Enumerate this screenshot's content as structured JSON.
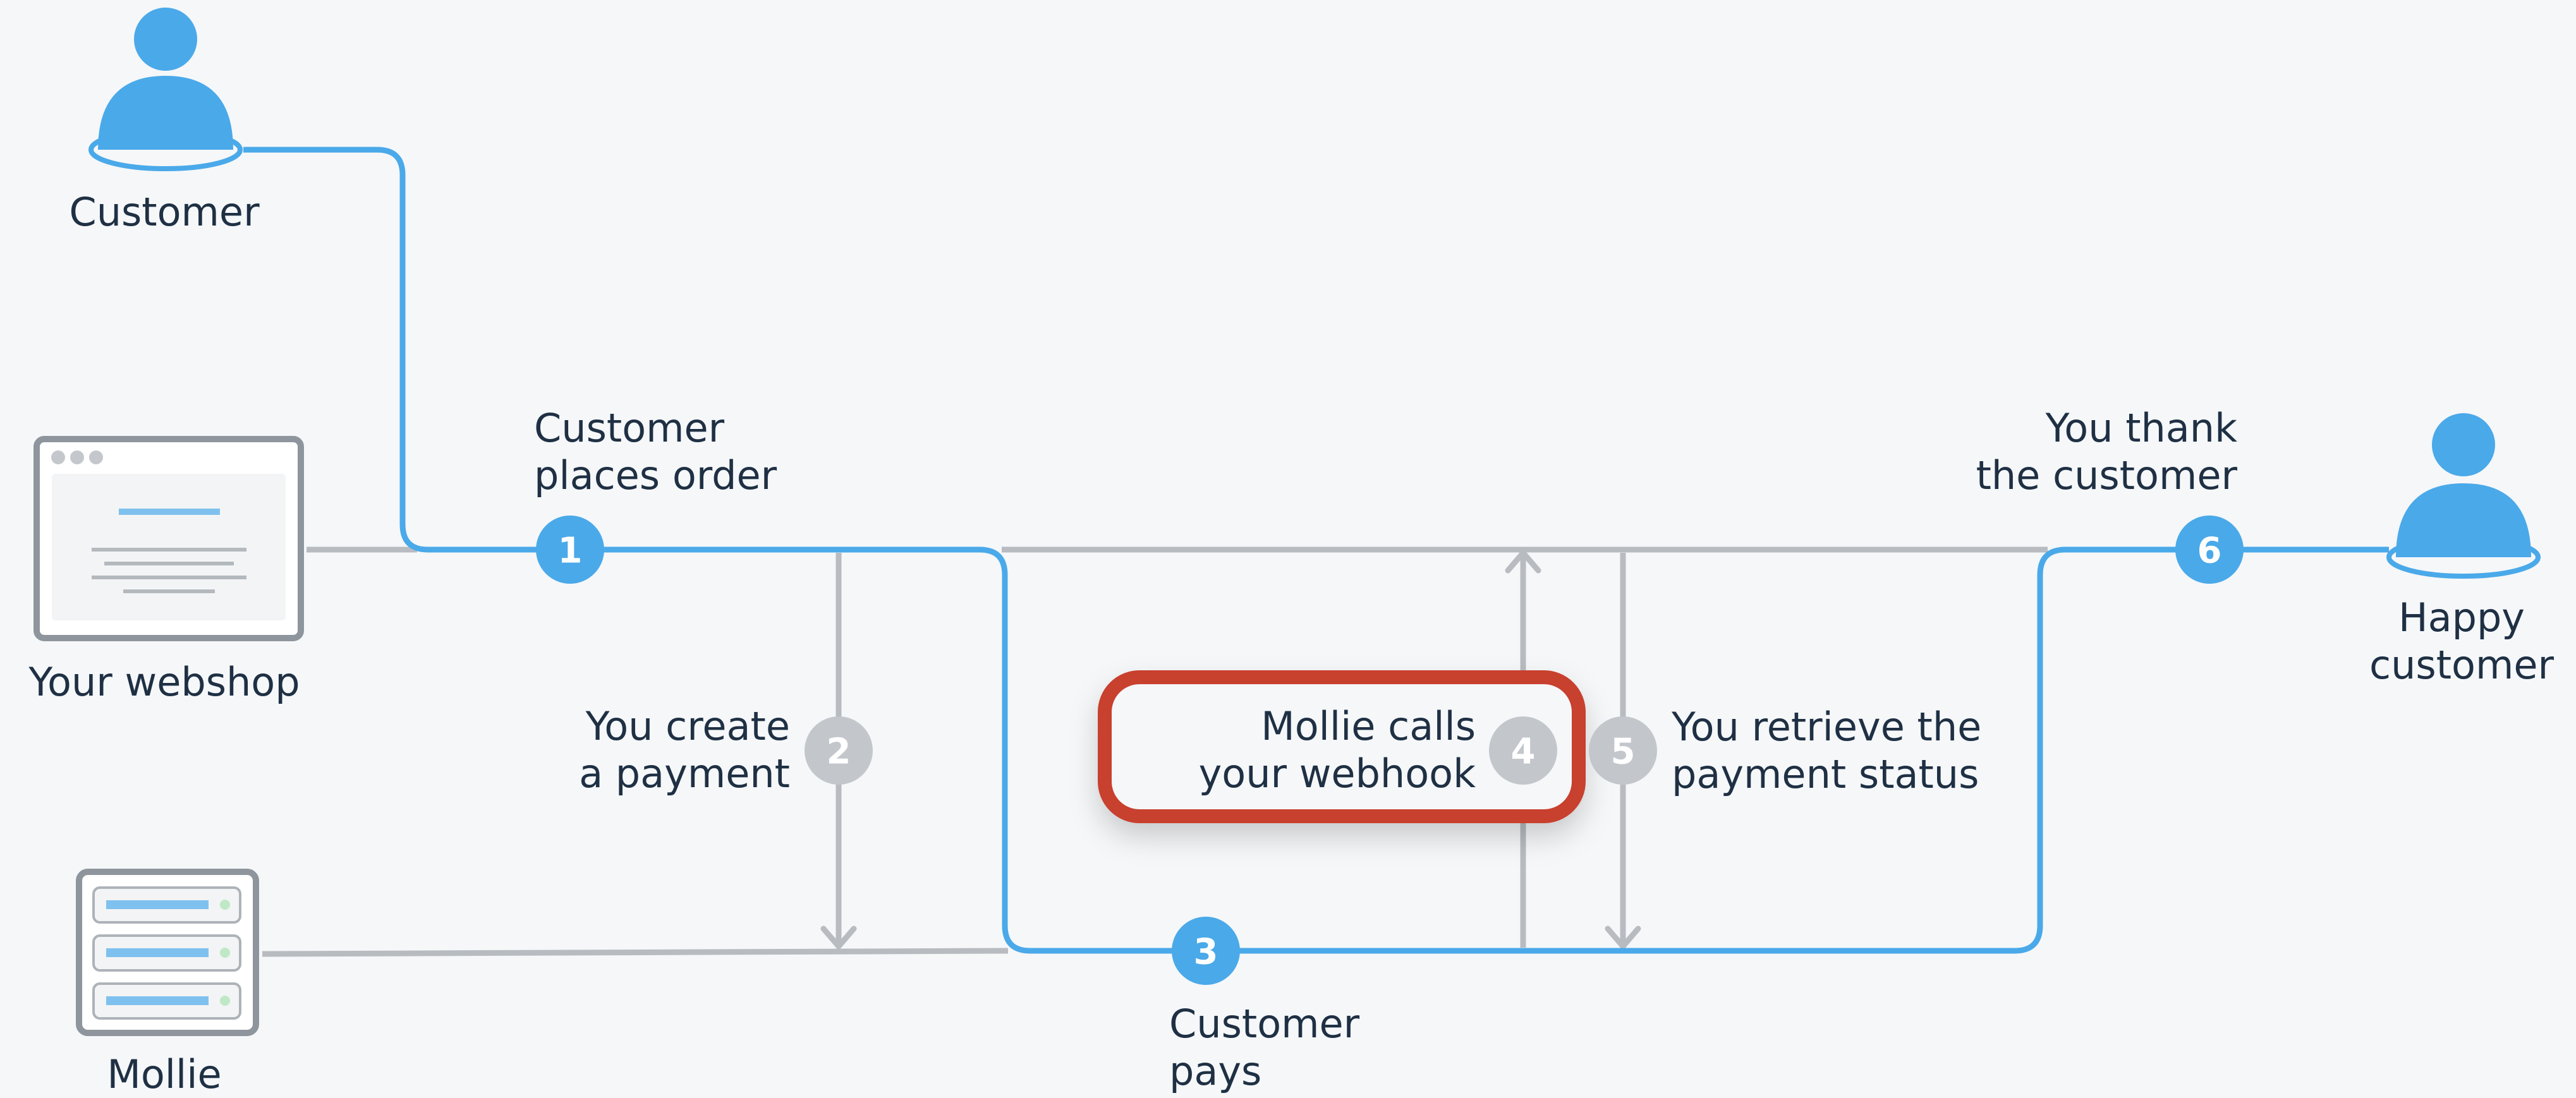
{
  "colors": {
    "background": "#f5f7f9",
    "blue": "#4aa9e9",
    "gray_line": "#b8bcc1",
    "gray_badge": "#c3c7cc",
    "highlight": "#c8402f",
    "text": "#1f3044"
  },
  "actors": {
    "customer": "Customer",
    "webshop": "Your webshop",
    "mollie": "Mollie",
    "happy_customer": "Happy\ncustomer"
  },
  "steps": [
    {
      "number": "1",
      "label": "Customer\nplaces order"
    },
    {
      "number": "2",
      "label": "You create\na payment"
    },
    {
      "number": "3",
      "label": "Customer\npays"
    },
    {
      "number": "4",
      "label": "Mollie calls\nyour webhook"
    },
    {
      "number": "5",
      "label": "You retrieve the\npayment status"
    },
    {
      "number": "6",
      "label": "You thank\nthe customer"
    }
  ],
  "icons": [
    "person-icon",
    "browser-window-icon",
    "server-stack-icon",
    "person-icon"
  ]
}
